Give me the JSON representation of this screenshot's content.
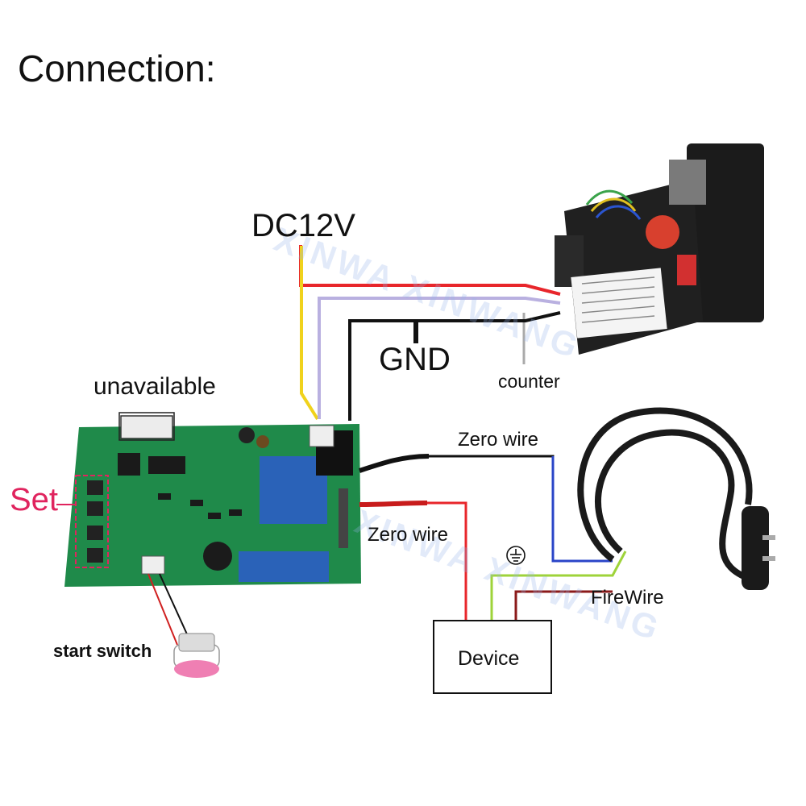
{
  "title": "Connection:",
  "labels": {
    "dc12v": "DC12V",
    "gnd": "GND",
    "counter": "counter",
    "unavailable": "unavailable",
    "set": "Set",
    "zero_wire_top": "Zero wire",
    "zero_wire_bottom": "Zero wire",
    "firewire": "FireWire",
    "start_switch": "start switch",
    "device": "Device"
  },
  "watermark": "XINWA XINWANG",
  "wire_colors": {
    "power": "#e8262b",
    "dc12v_lead": "#f0d21c",
    "signal": "#b9b0e0",
    "ground": "#111111",
    "neutral": "#2a45c8",
    "earth": "#9ed33a",
    "live": "#8b1a1a"
  },
  "board_color": "#1f8a4a",
  "set_color": "#e0245e"
}
